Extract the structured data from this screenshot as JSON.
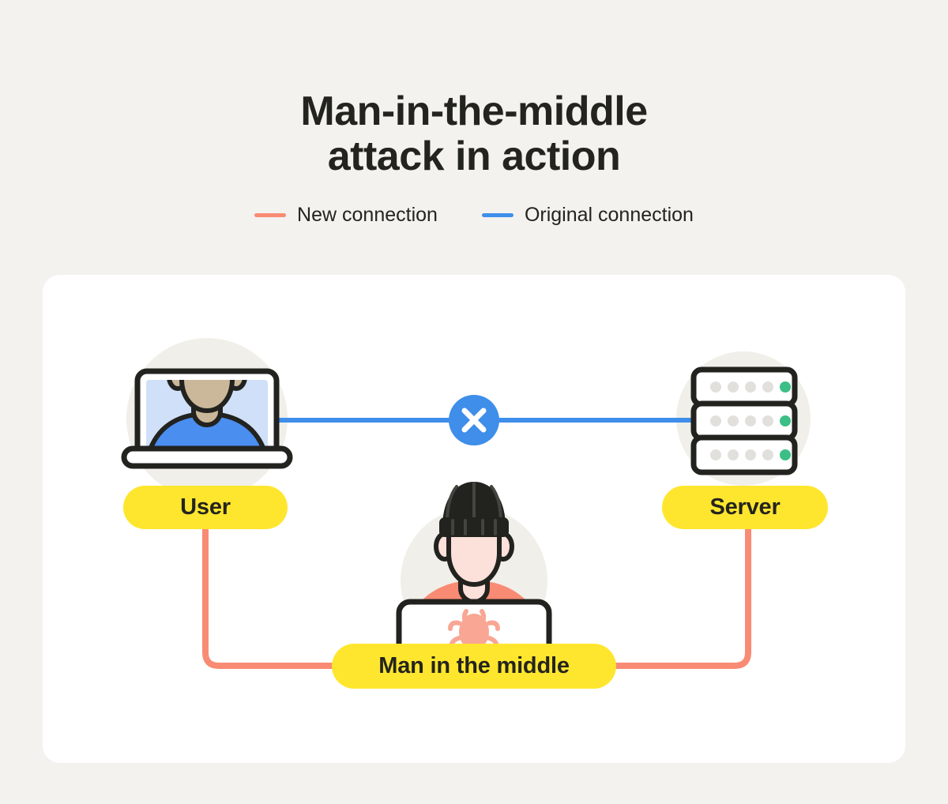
{
  "page": {
    "background_color": "#F3F2EE",
    "card_color": "#FFFFFF"
  },
  "title": {
    "line1": "Man-in-the-middle",
    "line2": "attack in action"
  },
  "legend": {
    "items": [
      {
        "label": "New connection",
        "color": "#F98B74",
        "icon": "line-swatch"
      },
      {
        "label": "Original connection",
        "color": "#3E8EEA",
        "icon": "line-swatch"
      }
    ]
  },
  "nodes": {
    "user": {
      "label": "User",
      "icon": "laptop-user-icon",
      "badge_color": "#FFE62E",
      "halo_color": "#F1EFE9",
      "skin_color": "#CBB89A",
      "hair_color": "#22221F",
      "shirt_color": "#4A8EF0",
      "screen_color": "#CFE0F8"
    },
    "server": {
      "label": "Server",
      "icon": "server-rack-icon",
      "badge_color": "#FFE62E",
      "halo_color": "#F1EFE9",
      "unit_count": 3,
      "dots_per_unit": 5,
      "dot_inactive_color": "#E2E0DC",
      "dot_active_color": "#3BBF85"
    },
    "attacker": {
      "label": "Man in the middle",
      "icon": "hacker-laptop-icon",
      "badge_color": "#FFE62E",
      "halo_color": "#F1EFE9",
      "skin_color": "#FCE0DA",
      "beanie_color": "#22221F",
      "shirt_color": "#F98B74",
      "bug_icon": "bug-icon",
      "bug_color": "#F9A694"
    }
  },
  "connections": {
    "original": {
      "label": "Original connection",
      "color": "#3E8EEA",
      "from": "user",
      "to": "server",
      "status_icon": "x-circle-icon",
      "status_icon_color": "#3E8EEA",
      "status_icon_glyph": "×",
      "broken": true
    },
    "new": {
      "label": "New connection",
      "color": "#F98B74",
      "segments": [
        {
          "from": "user",
          "to": "attacker"
        },
        {
          "from": "attacker",
          "to": "server"
        }
      ]
    }
  }
}
